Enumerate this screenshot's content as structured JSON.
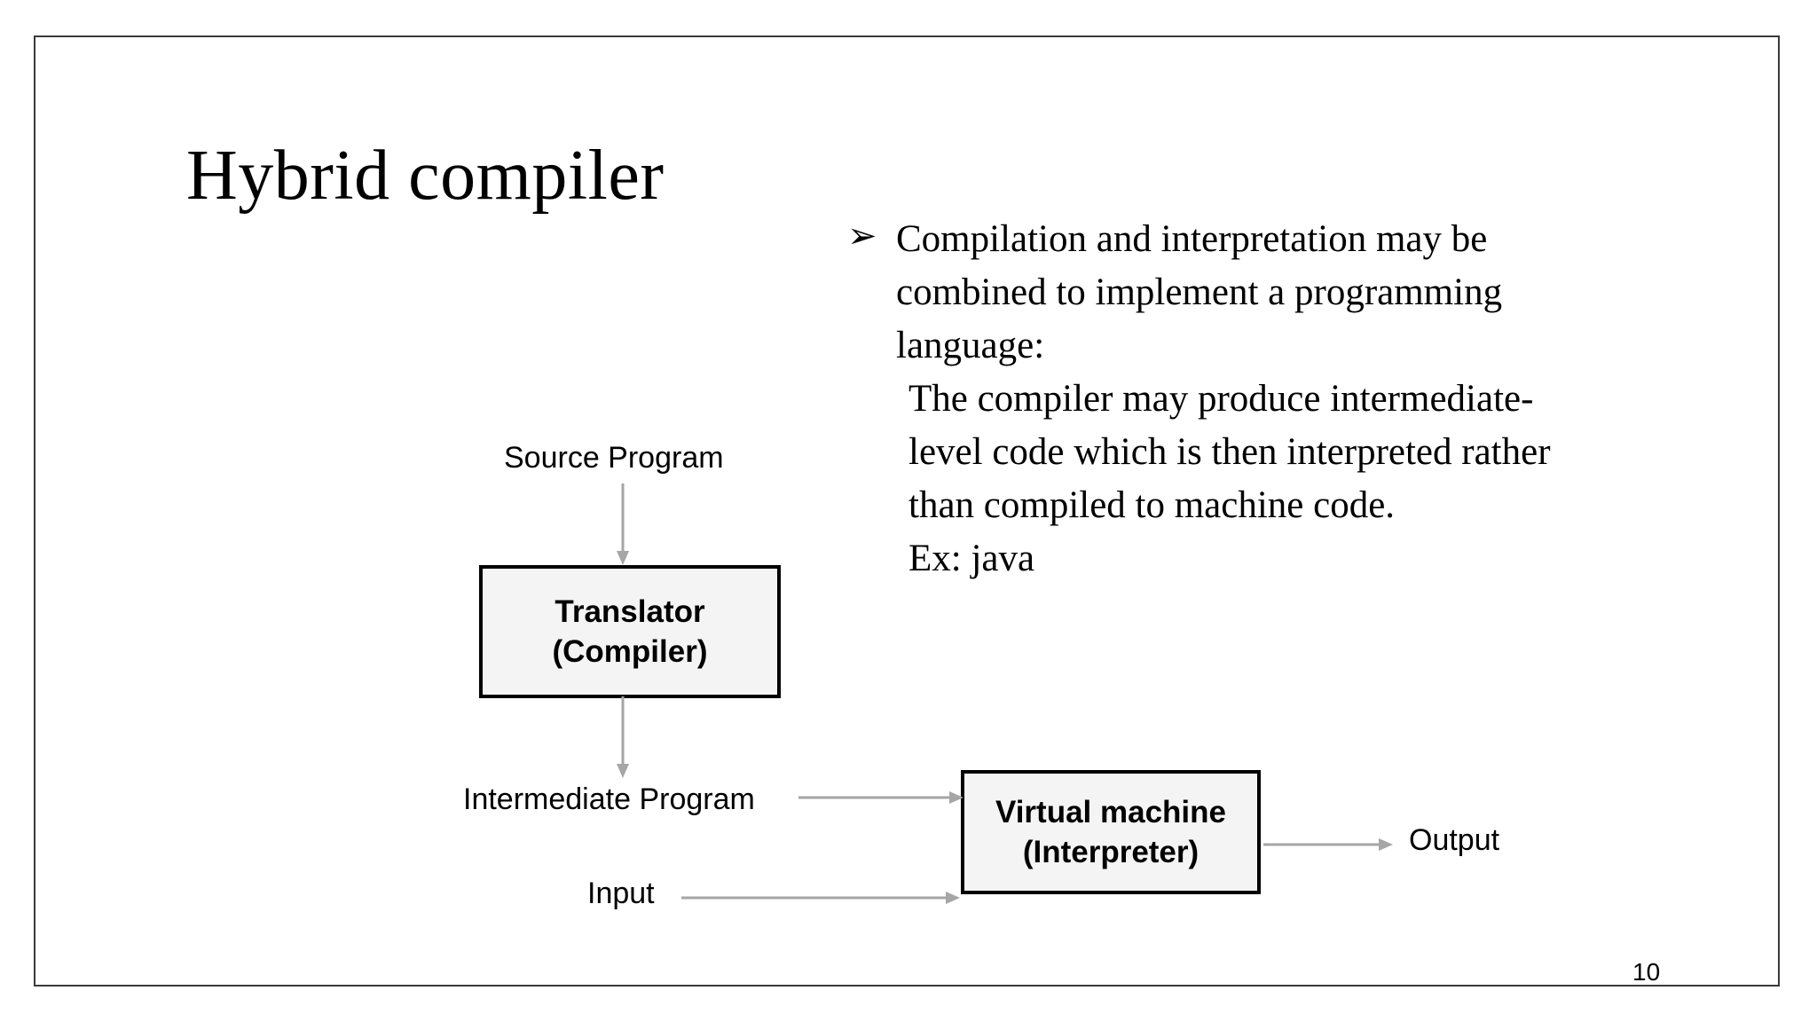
{
  "slide": {
    "title": "Hybrid compiler",
    "page_number": "10",
    "frame_color": "#3a3a3a",
    "background": "#ffffff"
  },
  "body": {
    "bullet_glyph": "➢",
    "lines": [
      "Compilation and interpretation may be",
      "combined to implement a programming",
      "language:",
      "The compiler may produce intermediate-",
      "level code which is then interpreted rather",
      "than compiled to machine code.",
      "Ex: java"
    ]
  },
  "diagram": {
    "labels": {
      "source_program": "Source Program",
      "intermediate_program": "Intermediate Program",
      "input": "Input",
      "output": "Output"
    },
    "boxes": [
      {
        "id": "translator",
        "line1": "Translator",
        "line2": "(Compiler)"
      },
      {
        "id": "virtual-machine",
        "line1": "Virtual machine",
        "line2": "(Interpreter)"
      }
    ],
    "arrow_color": "#a6a6a6",
    "box_fill": "#f4f4f4",
    "box_border": "#000000"
  }
}
